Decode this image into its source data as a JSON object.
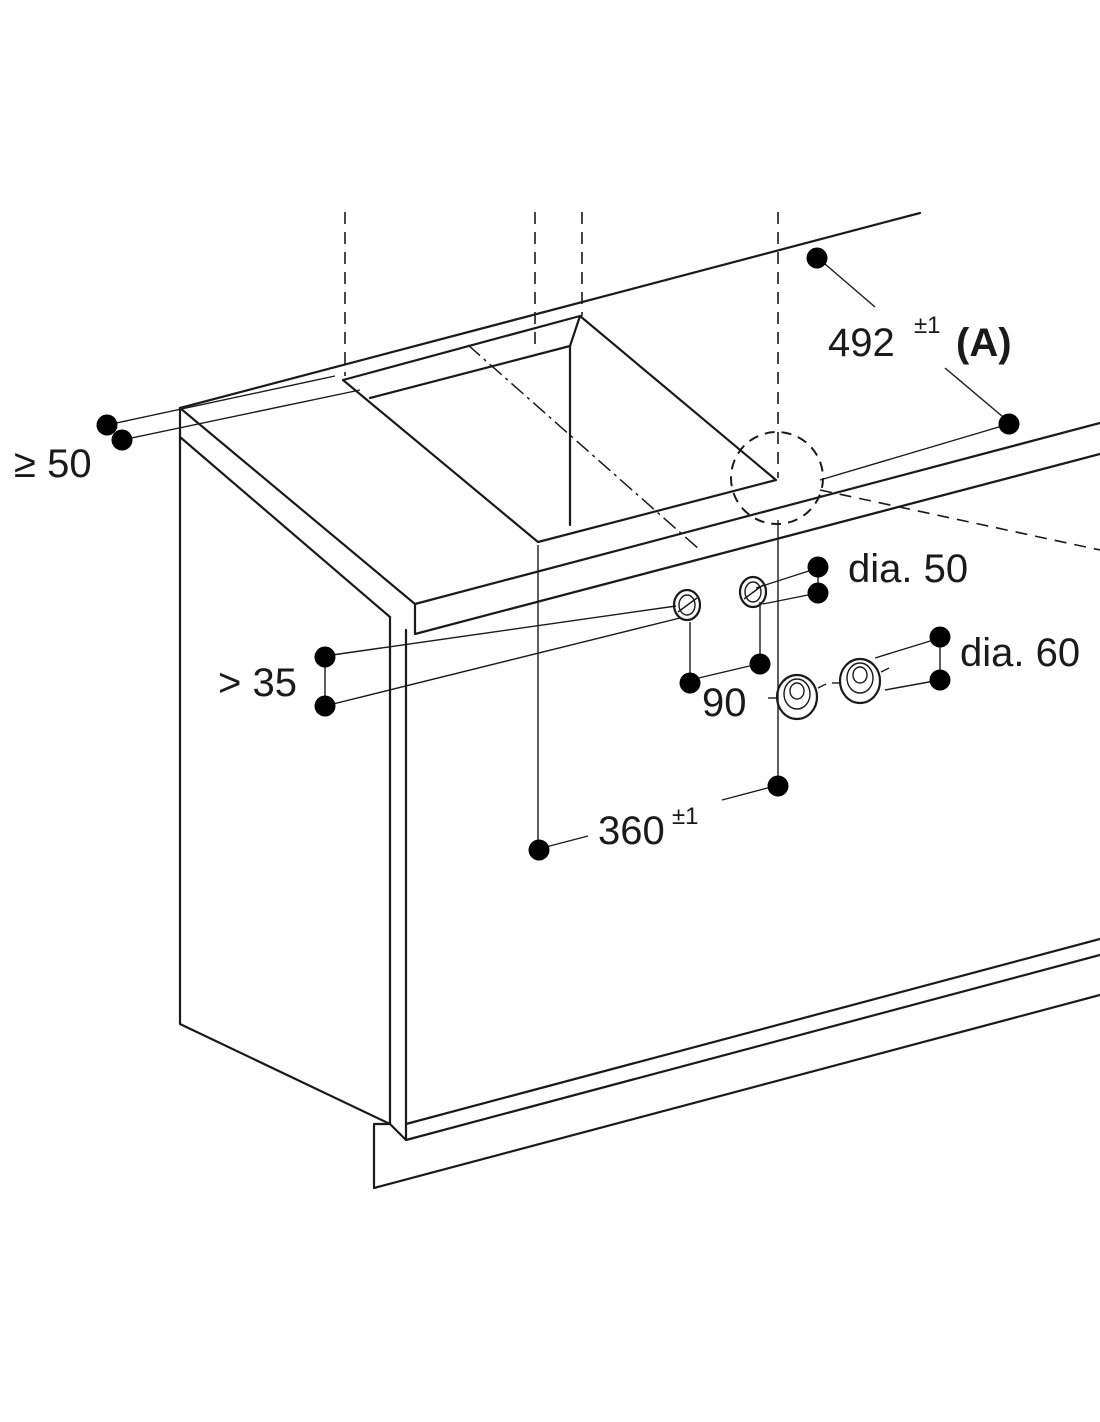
{
  "dimensions": {
    "side_clearance": "≥ 50",
    "depth_cutout_value": "492",
    "depth_cutout_tolerance": "±1",
    "depth_cutout_note": "(A)",
    "front_clearance": "> 35",
    "width_value": "360",
    "width_tolerance": "±1",
    "hole_spacing": "90",
    "hole_small_dia": "dia. 50",
    "hole_large_dia": "dia. 60"
  }
}
